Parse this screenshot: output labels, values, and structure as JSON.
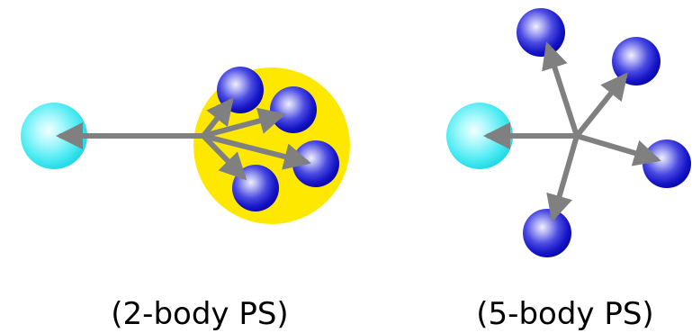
{
  "diagrams": [
    {
      "id": "two-body",
      "caption": "(2-body PS)",
      "cluster_fill": "#FFE800",
      "light_ball_color": "#2EE6F0",
      "dark_ball_color": "#0A0ACF",
      "arrow_color": "#808080"
    },
    {
      "id": "five-body",
      "caption": "(5-body PS)",
      "light_ball_color": "#2EE6F0",
      "dark_ball_color": "#0A0ACF",
      "arrow_color": "#808080"
    }
  ]
}
